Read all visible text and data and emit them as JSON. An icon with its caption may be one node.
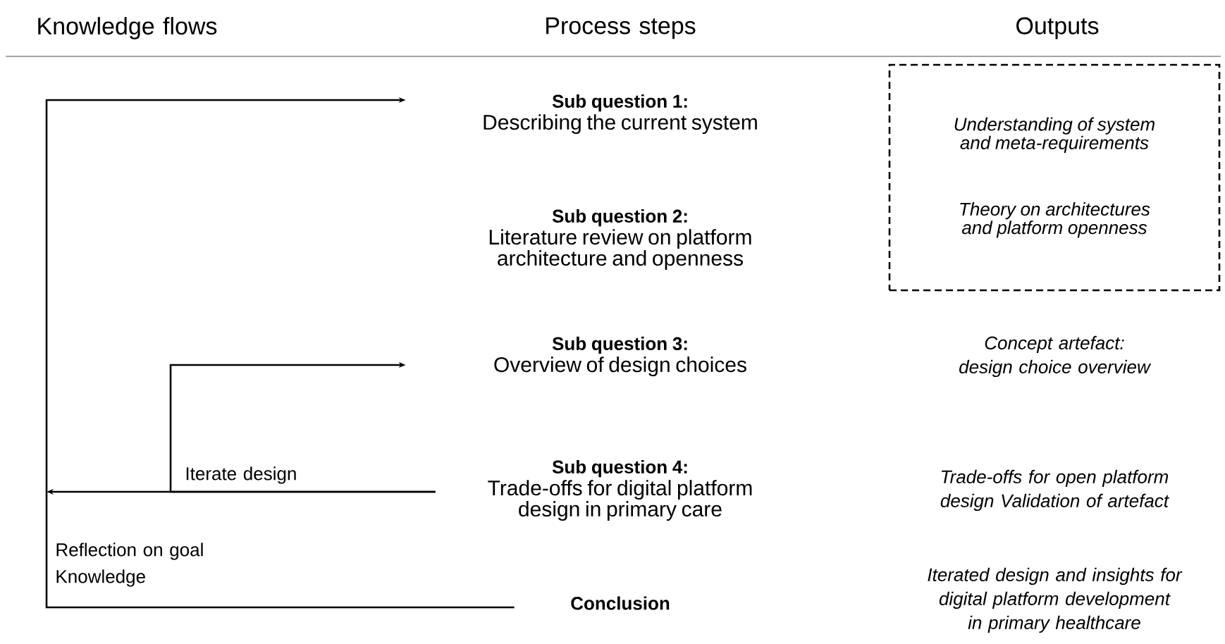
{
  "diagram": {
    "nodes": [
      {
        "text": [
          "Sub question 1:",
          "Describing the current system"
        ]
      },
      {
        "text": [
          "Sub question 2:",
          "Literature review on platform architecture and openness"
        ]
      },
      {
        "text": [
          "Sub question 3:",
          "Overview of design choices"
        ]
      },
      {
        "text": [
          "Sub question 4:",
          "Trade-offs for digital platform design in primary care"
        ]
      },
      {
        "text": [
          "Conclusion"
        ]
      },
      {
        "text": [
          "Understanding of system and meta-requirements",
          "Theory on architectures and platform openness"
        ]
      }
    ],
    "edges": [
      {
        "from": 4,
        "to": 0,
        "arrow": "to",
        "label": "Reflection on goal Knowledge"
      },
      {
        "from": 3,
        "to": null,
        "arrow": "to"
      },
      {
        "from": 3,
        "to": 2,
        "arrow": "to",
        "label": "Iterate design"
      }
    ],
    "labels": [
      "Knowledge flows",
      "Process steps",
      "Outputs",
      "Concept artefact: design choice overview",
      "Trade-offs for open platform design Validation of artefact",
      "Iterated design and insights for digital platform development in primary healthcare"
    ]
  }
}
